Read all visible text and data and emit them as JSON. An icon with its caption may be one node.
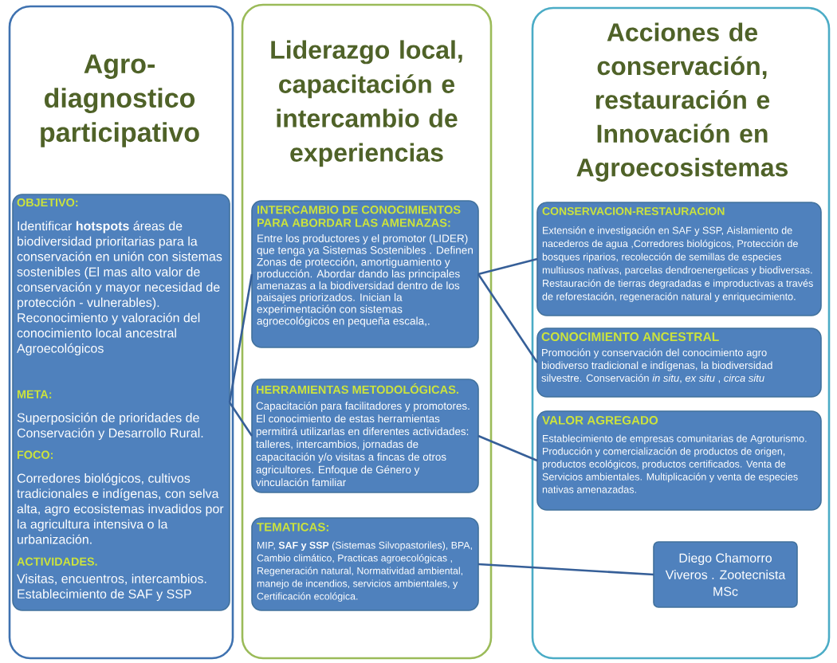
{
  "diagram": {
    "nodes": [
      {
        "text": [
          "Agro-diagnostico participativo"
        ]
      },
      {
        "text": [
          "OBJETIVO:",
          "Identificar **hotspots** áreas de biodiversidad prioritarias para la conservación en unión con sistemas sostenibles (El mas alto valor de conservación y mayor necesidad de protección - vulnerables). Reconocimiento y valoración del conocimiento local ancestral Agroecológicos",
          "META:",
          "Superposición de prioridades de Conservación y Desarrollo Rural.",
          "FOCO:",
          "Corredores biológicos, cultivos tradicionales e indígenas, con selva alta, agro ecosistemas invadidos por la agricultura intensiva o la urbanización.",
          "ACTIVIDADES.",
          "Visitas, encuentros, intercambios. Establecimiento de SAF y SSP"
        ],
        "in": 0
      },
      {
        "text": [
          "Liderazgo local, capacitación e intercambio de experiencias"
        ]
      },
      {
        "text": [
          "INTERCAMBIO DE CONOCIMIENTOS PARA ABORDAR LAS AMENAZAS:",
          "Entre los productores y el promotor (LIDER) que tenga ya Sistemas Sostenibles . Definen Zonas de protección, amortiguamiento y producción. Abordar dando las principales amenazas a la biodiversidad dentro de los paisajes priorizados. Inician la experimentación con sistemas agroecológicos en pequeña escala,."
        ],
        "in": 2
      },
      {
        "text": [
          "HERRAMIENTAS METODOLÓGICAS.",
          "Capacitación para facilitadores y promotores. El conocimiento de estas herramientas permitirá utilizarlas en diferentes actividades: talleres, intercambios, jornadas de capacitación y/o visitas a fincas de otros agricultores. Enfoque de Género y vinculación familiar"
        ],
        "in": 2
      },
      {
        "text": [
          "TEMATICAS:",
          "MIP, **SAF y SSP** (Sistemas Silvopastoriles), BPA, Cambio climático, Practicas agroecológicas , Regeneración natural, Normatividad ambiental, manejo de incendios, servicios ambientales, y Certificación ecológica."
        ],
        "in": 2
      },
      {
        "text": [
          "Acciones de conservación, restauración e Innovación en Agroecosistemas"
        ]
      },
      {
        "text": [
          "CONSERVACION-RESTAURACION",
          "Extensión e investigación en SAF y SSP, Aislamiento de nacederos de agua ,Corredores biológicos, Protección de bosques riparios, recolección de semillas de especies multiusos nativas, parcelas dendroenergeticas y biodiversas. Restauración de tierras degradadas e improductivas a través de reforestación, regeneración natural y enriquecimiento."
        ],
        "in": 6
      },
      {
        "text": [
          "CONOCIMIENTO ANCESTRAL",
          "Promoción y conservación del conocimiento agro biodiverso tradicional e indígenas, la biodiversidad silvestre. Conservación *in situ*, *ex situ* , *circa situ*"
        ],
        "in": 6
      },
      {
        "text": [
          "VALOR AGREGADO",
          "Establecimiento de empresas comunitarias de Agroturismo. Producción y comercialización de productos de origen, productos ecológicos, productos certificados. Venta de Servicios ambientales. Multiplicación y venta de especies nativas amenazadas."
        ],
        "in": 6
      },
      {
        "text": [
          "Diego Chamorro Viveros . Zootecnista MSc"
        ],
        "in": 6
      }
    ],
    "edges": [
      {
        "from": 1,
        "to": 3,
        "arrow": "none"
      },
      {
        "from": 1,
        "to": 4,
        "arrow": "none"
      },
      {
        "from": 3,
        "to": 7,
        "arrow": "none"
      },
      {
        "from": 3,
        "to": 8,
        "arrow": "none"
      },
      {
        "from": 4,
        "to": 9,
        "arrow": "none"
      },
      {
        "from": 5,
        "to": 10,
        "arrow": "none"
      }
    ]
  }
}
